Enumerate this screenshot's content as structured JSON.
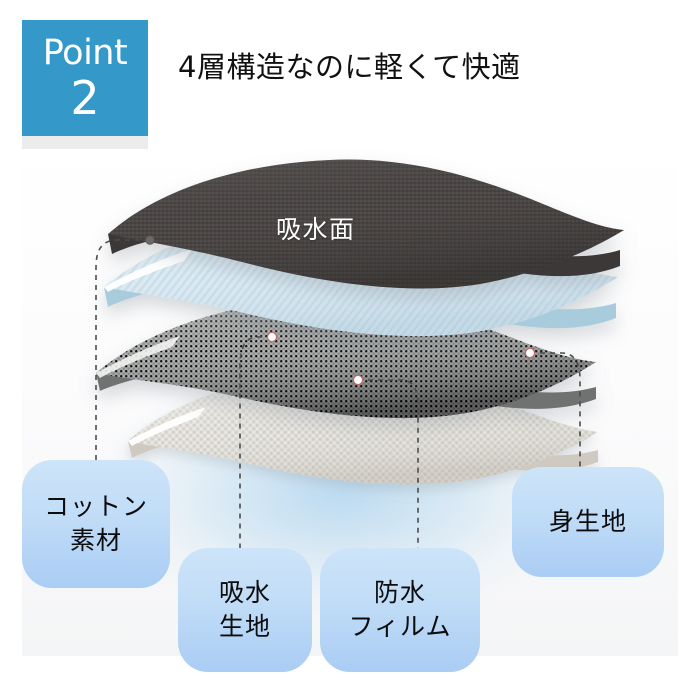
{
  "header": {
    "badge_word": "Point",
    "badge_number": "2",
    "badge_color": "#3498c8",
    "headline": "4層構造なのに軽くて快適"
  },
  "illustration": {
    "caption": "吸水面",
    "caption_color": "#ffffff",
    "layers": [
      {
        "id": "layer-1",
        "name": "吸水面",
        "color": "#4a4645",
        "role": "top absorbent face (charcoal textured)"
      },
      {
        "id": "layer-2",
        "name": "吸水生地",
        "color": "#d6e7ef",
        "role": "absorbent fabric (pale blue twill)"
      },
      {
        "id": "layer-3",
        "name": "防水フィルム",
        "color": "#9b9d9c",
        "role": "waterproof film (grey mesh)"
      },
      {
        "id": "layer-4",
        "name": "身生地",
        "color": "#dedad3",
        "role": "body fabric (cream loop knit)"
      }
    ],
    "callout_dots": 4
  },
  "labels": [
    {
      "id": "cotton",
      "lines": [
        "コットン",
        "素材"
      ]
    },
    {
      "id": "absorbent",
      "lines": [
        "吸水",
        "生地"
      ]
    },
    {
      "id": "waterproof",
      "lines": [
        "防水",
        "フィルム"
      ]
    },
    {
      "id": "body",
      "lines": [
        "身生地"
      ]
    }
  ],
  "theme": {
    "pill_top": "#cde4f9",
    "pill_bottom": "#aacdf4",
    "panel_bg": "#f4f5f6",
    "badge_shadow": "#ececec"
  }
}
